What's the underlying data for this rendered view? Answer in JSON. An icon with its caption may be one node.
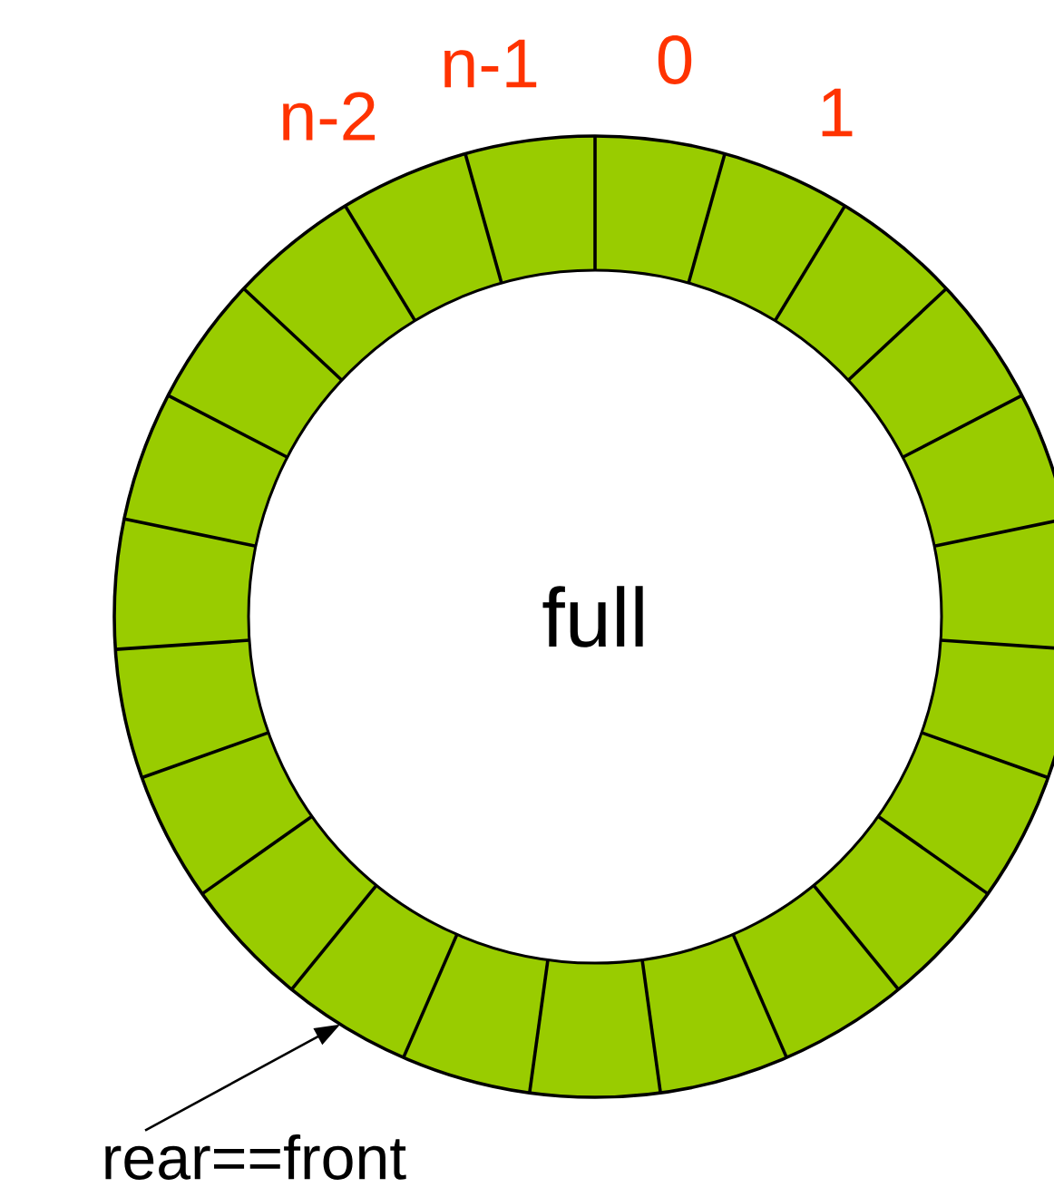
{
  "diagram": {
    "nodes": [
      {
        "text": [
          "full"
        ]
      },
      {
        "text": [
          "rear==front"
        ]
      }
    ],
    "edges": [
      {
        "from": 1,
        "to": 0,
        "arrow": "to"
      }
    ],
    "labels": [
      "n-2",
      "n-1",
      "0",
      "1"
    ]
  }
}
